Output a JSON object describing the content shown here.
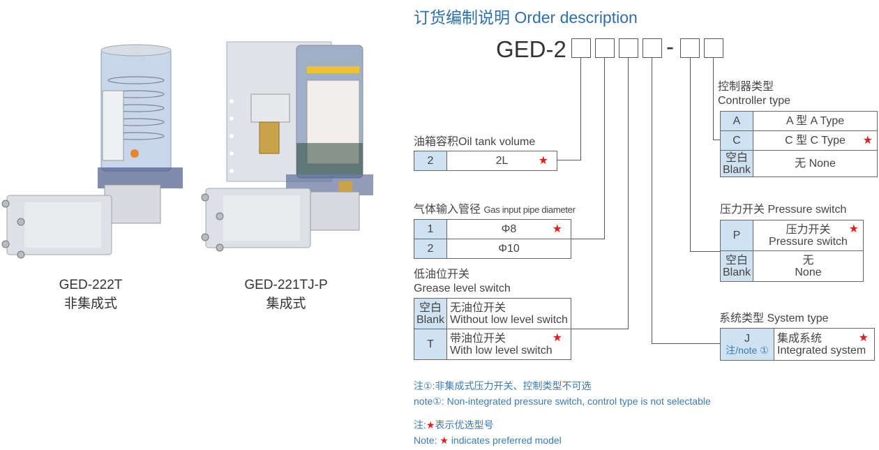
{
  "products": [
    {
      "model": "GED-222T",
      "type_cn": "非集成式"
    },
    {
      "model": "GED-221TJ-P",
      "type_cn": "集成式"
    }
  ],
  "header": {
    "title_cn": "订货编制说明",
    "title_en": "Order description"
  },
  "model_code": {
    "prefix": "GED-2",
    "separator": "-",
    "box_count_before": 4,
    "box_count_after": 2
  },
  "sections": {
    "oil_tank": {
      "label_cn": "油箱容积",
      "label_en": "Oil tank volume",
      "rows": [
        {
          "key": "2",
          "value": "2L",
          "preferred": true
        }
      ]
    },
    "gas_input": {
      "label_cn": "气体输入管径",
      "label_en": "Gas input pipe diameter",
      "rows": [
        {
          "key": "1",
          "value": "Φ8",
          "preferred": true
        },
        {
          "key": "2",
          "value": "Φ10",
          "preferred": false
        }
      ]
    },
    "grease_level": {
      "label_cn": "低油位开关",
      "label_en": "Grease level switch",
      "rows": [
        {
          "key_cn": "空白",
          "key_en": "Blank",
          "value_cn": "无油位开关",
          "value_en": "Without low level switch",
          "preferred": false
        },
        {
          "key": "T",
          "value_cn": "带油位开关",
          "value_en": "With low level switch",
          "preferred": true
        }
      ]
    },
    "controller": {
      "label_cn": "控制器类型",
      "label_en": "Controller type",
      "rows": [
        {
          "key": "A",
          "value": "A 型 A Type",
          "preferred": false
        },
        {
          "key": "C",
          "value": "C 型 C Type",
          "preferred": true
        },
        {
          "key_cn": "空白",
          "key_en": "Blank",
          "value": "无 None",
          "preferred": false
        }
      ]
    },
    "pressure_switch": {
      "label_cn": "压力开关",
      "label_en": "Pressure switch",
      "rows": [
        {
          "key": "P",
          "value_cn": "压力开关",
          "value_en": "Pressure switch",
          "preferred": true
        },
        {
          "key_cn": "空白",
          "key_en": "Blank",
          "value_cn": "无",
          "value_en": "None",
          "preferred": false
        }
      ]
    },
    "system_type": {
      "label_cn": "系统类型",
      "label_en": "System type",
      "rows": [
        {
          "key": "J",
          "key_note": "注/note ①",
          "value_cn": "集成系统",
          "value_en": "Integrated system",
          "preferred": true
        }
      ]
    }
  },
  "notes": {
    "note1_cn": "注①:非集成式压力开关、控制类型不可选",
    "note1_en": "note①: Non-integrated pressure switch, control type is not selectable",
    "note2_cn_prefix": "注:",
    "note2_cn_suffix": "表示优选型号",
    "note2_en_prefix": "Note:",
    "note2_en_suffix": "indicates preferred model"
  },
  "star_symbol": "★",
  "colors": {
    "title_blue": "#2f6fa8",
    "key_cell_bg": "#cfe2f1",
    "star_red": "#e02020",
    "note_blue": "#3b7bb5"
  }
}
